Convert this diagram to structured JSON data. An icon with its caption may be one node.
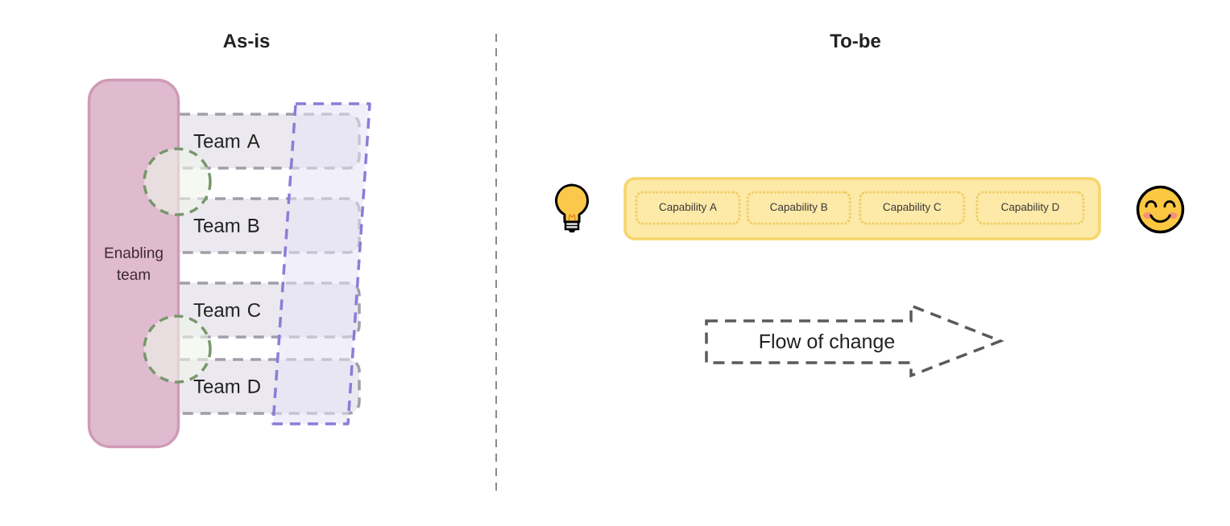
{
  "diagram": {
    "nodes": [
      {
        "text": [
          "Enabling team"
        ]
      },
      {
        "text": [
          "Team A"
        ]
      },
      {
        "text": [
          "Team B"
        ]
      },
      {
        "text": [
          "Team C"
        ]
      },
      {
        "text": [
          "Team D"
        ]
      },
      {
        "text": [],
        "shape": "circle"
      },
      {
        "text": [],
        "shape": "circle"
      },
      {
        "text": [],
        "shape": "bar"
      },
      {
        "text": [],
        "shape": "picture"
      },
      {
        "text": [],
        "shape": "box"
      },
      {
        "text": [
          "Capability A"
        ],
        "in": 9
      },
      {
        "text": [
          "Capability B"
        ],
        "in": 9
      },
      {
        "text": [
          "Capability C"
        ],
        "in": 9
      },
      {
        "text": [
          "Capability D"
        ],
        "in": 9
      },
      {
        "text": [],
        "shape": "picture"
      },
      {
        "text": [
          "Flow of change"
        ]
      }
    ],
    "labels": [
      "As-is",
      "To-be"
    ]
  }
}
